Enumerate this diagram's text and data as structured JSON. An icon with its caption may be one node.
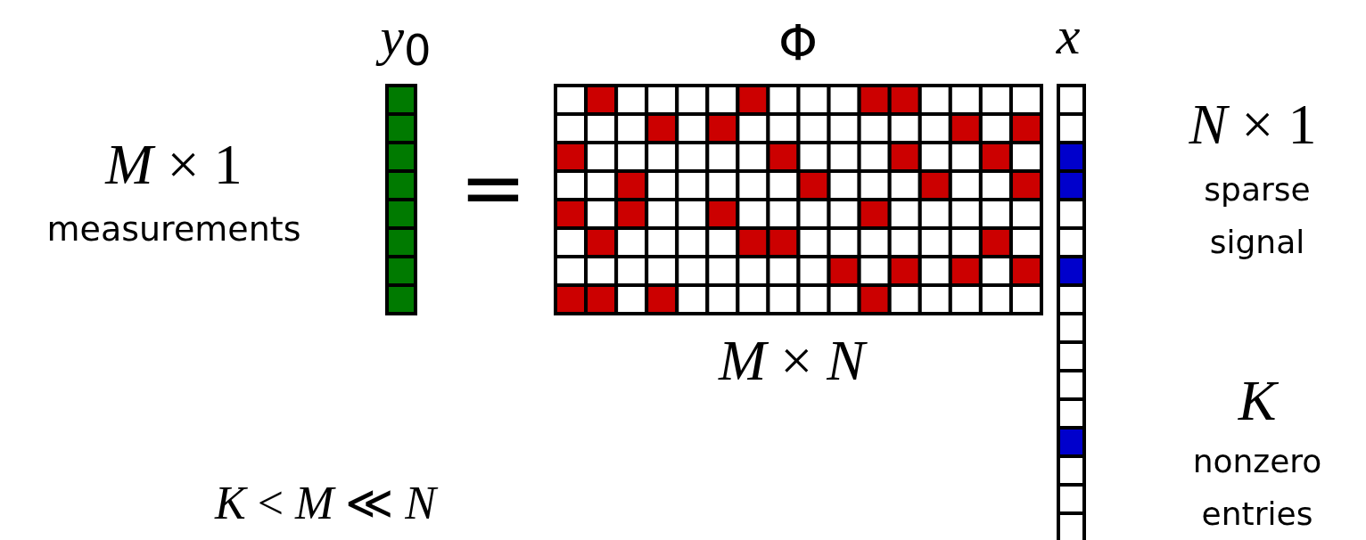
{
  "diagram": {
    "labels": [
      "*y*$_{0}$",
      "Φ",
      "*x*",
      "*M* × 1",
      "measurements",
      "=",
      "*N* × 1",
      "sparse signal",
      "*M* × *N*",
      "*K*",
      "nonzero entries",
      "*K* < *M* ≪ *N*"
    ]
  }
}
